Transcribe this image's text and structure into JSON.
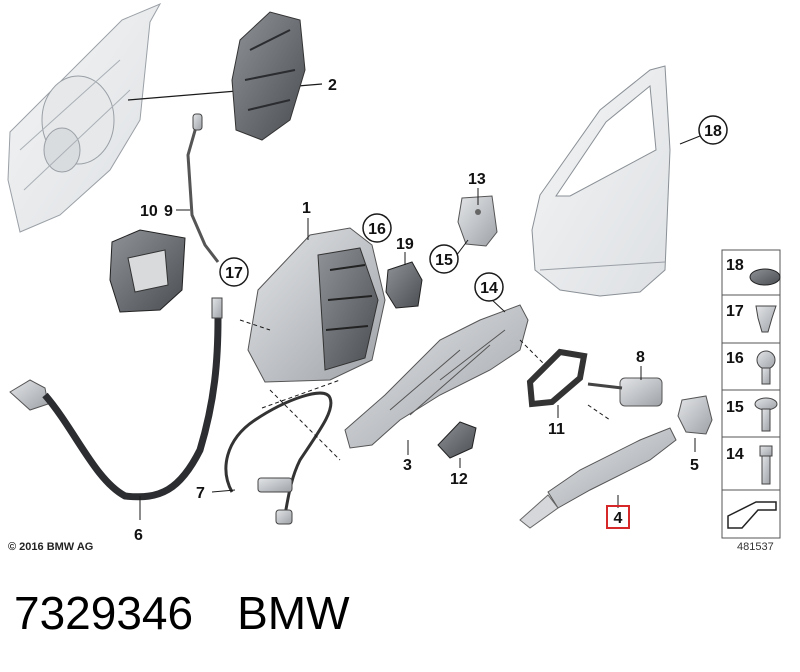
{
  "callouts": {
    "c1": "1",
    "c2": "2",
    "c3": "3",
    "c4": "4",
    "c5": "5",
    "c6": "6",
    "c7": "7",
    "c8": "8",
    "c9": "9",
    "c10": "10",
    "c11": "11",
    "c12": "12",
    "c13": "13",
    "c14": "14",
    "c15": "15",
    "c16": "16",
    "c17": "17",
    "c18": "18",
    "c19": "19"
  },
  "legend": {
    "i18": "18",
    "i17": "17",
    "i16": "16",
    "i15": "15",
    "i14": "14"
  },
  "copyright": "© 2016 BMW AG",
  "drawing_number": "481537",
  "footer": {
    "part_number": "7329346",
    "brand": "BMW"
  },
  "colors": {
    "highlight": "#d62828",
    "part_fill": "#c9ccd0",
    "line": "#1a1a1a"
  }
}
